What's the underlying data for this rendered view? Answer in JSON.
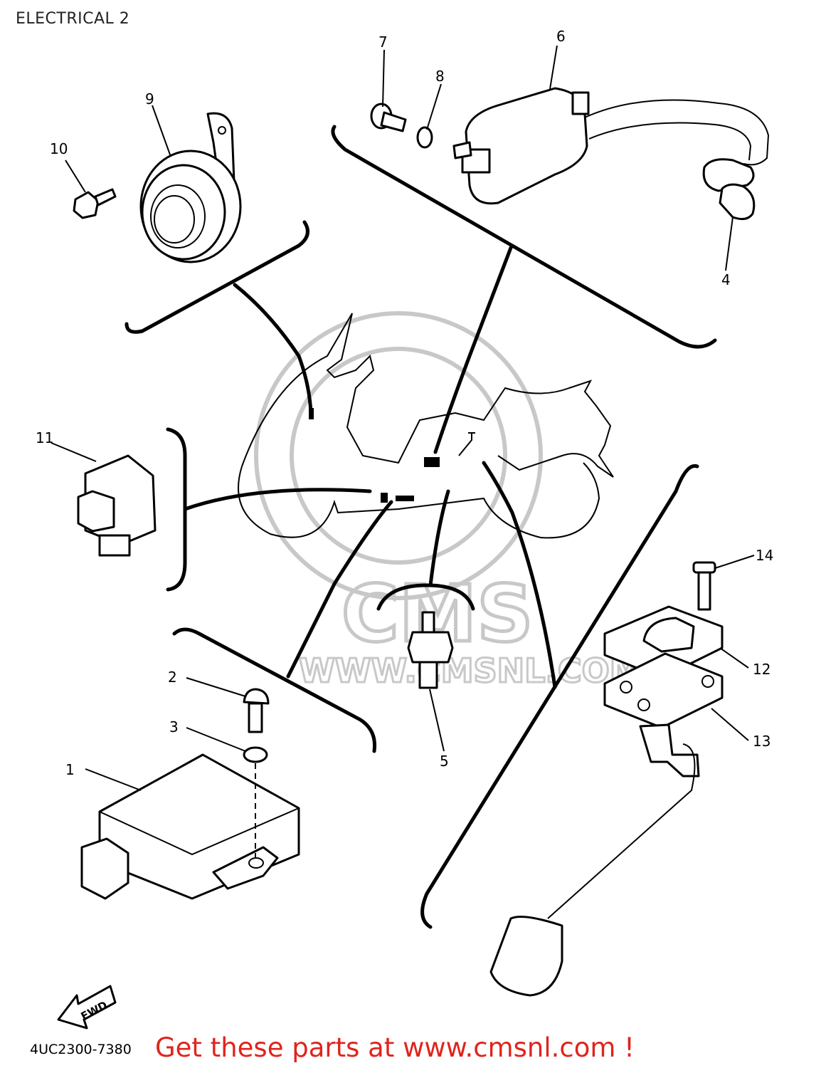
{
  "title": "ELECTRICAL 2",
  "drawing_code": "4UC2300-7380",
  "promo_text": "Get these parts at www.cmsnl.com !",
  "watermark": {
    "brand": "CMS",
    "url": "WWW.CMSNL.COM"
  },
  "fwd_label": "FWD",
  "colors": {
    "promo": "#e0241c",
    "line": "#000000",
    "watermark": "#c8c8c8"
  },
  "callouts": [
    "1",
    "2",
    "3",
    "4",
    "5",
    "6",
    "7",
    "8",
    "9",
    "10",
    "11",
    "12",
    "13",
    "14"
  ]
}
